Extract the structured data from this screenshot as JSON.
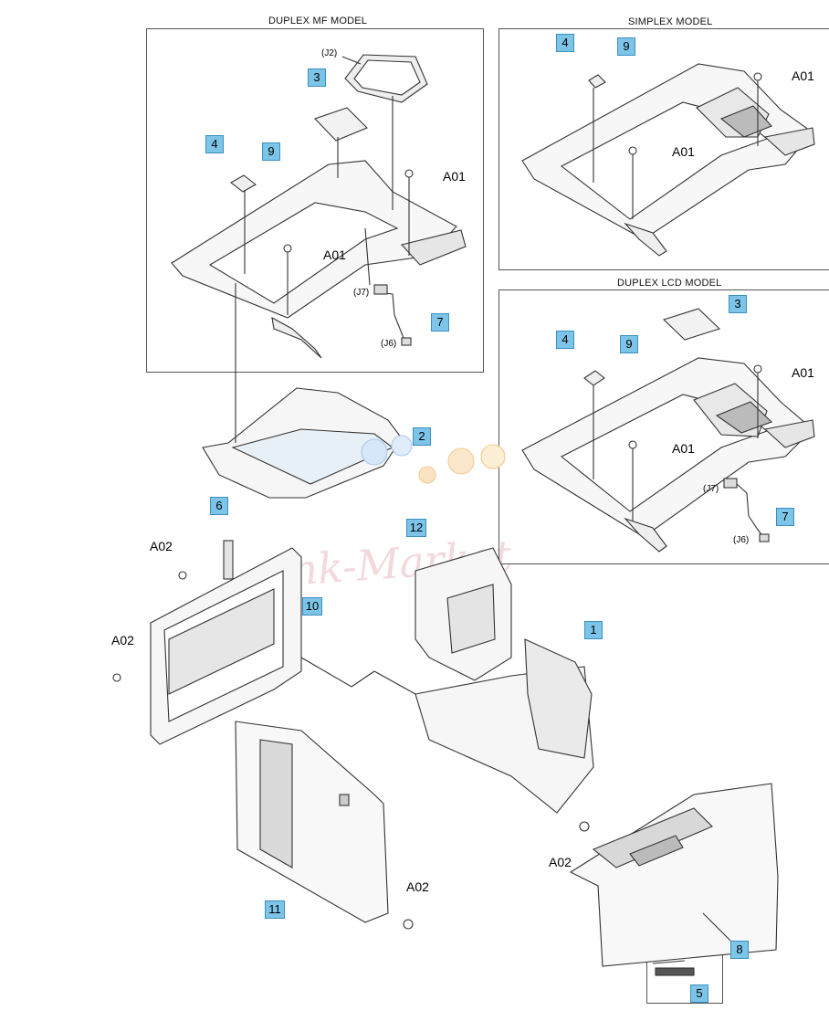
{
  "panels": {
    "duplex_mf": "DUPLEX MF MODEL",
    "simplex": "SIMPLEX MODEL",
    "duplex_lcd": "DUPLEX LCD MODEL"
  },
  "callouts": {
    "mf_3": "3",
    "mf_4": "4",
    "mf_9": "9",
    "mf_7": "7",
    "sx_4": "4",
    "sx_9": "9",
    "lcd_3": "3",
    "lcd_4": "4",
    "lcd_9": "9",
    "lcd_7": "7",
    "p2": "2",
    "p6": "6",
    "p12": "12",
    "p10": "10",
    "p1": "1",
    "p11": "11",
    "p8": "8",
    "p5": "5"
  },
  "labels": {
    "mf_a01_a": "A01",
    "mf_a01_b": "A01",
    "sx_a01_a": "A01",
    "sx_a01_b": "A01",
    "lcd_a01_a": "A01",
    "lcd_a01_b": "A01",
    "a02_a": "A02",
    "a02_b": "A02",
    "a02_c": "A02",
    "a02_d": "A02"
  },
  "connectors": {
    "mf_j2": "(J2)",
    "mf_j7": "(J7)",
    "mf_j6": "(J6)",
    "lcd_j7": "(J7)",
    "lcd_j6": "(J6)"
  },
  "watermark": "Ink-Market",
  "colors": {
    "callout_fill": "#7cc4e8",
    "line": "#333333"
  }
}
